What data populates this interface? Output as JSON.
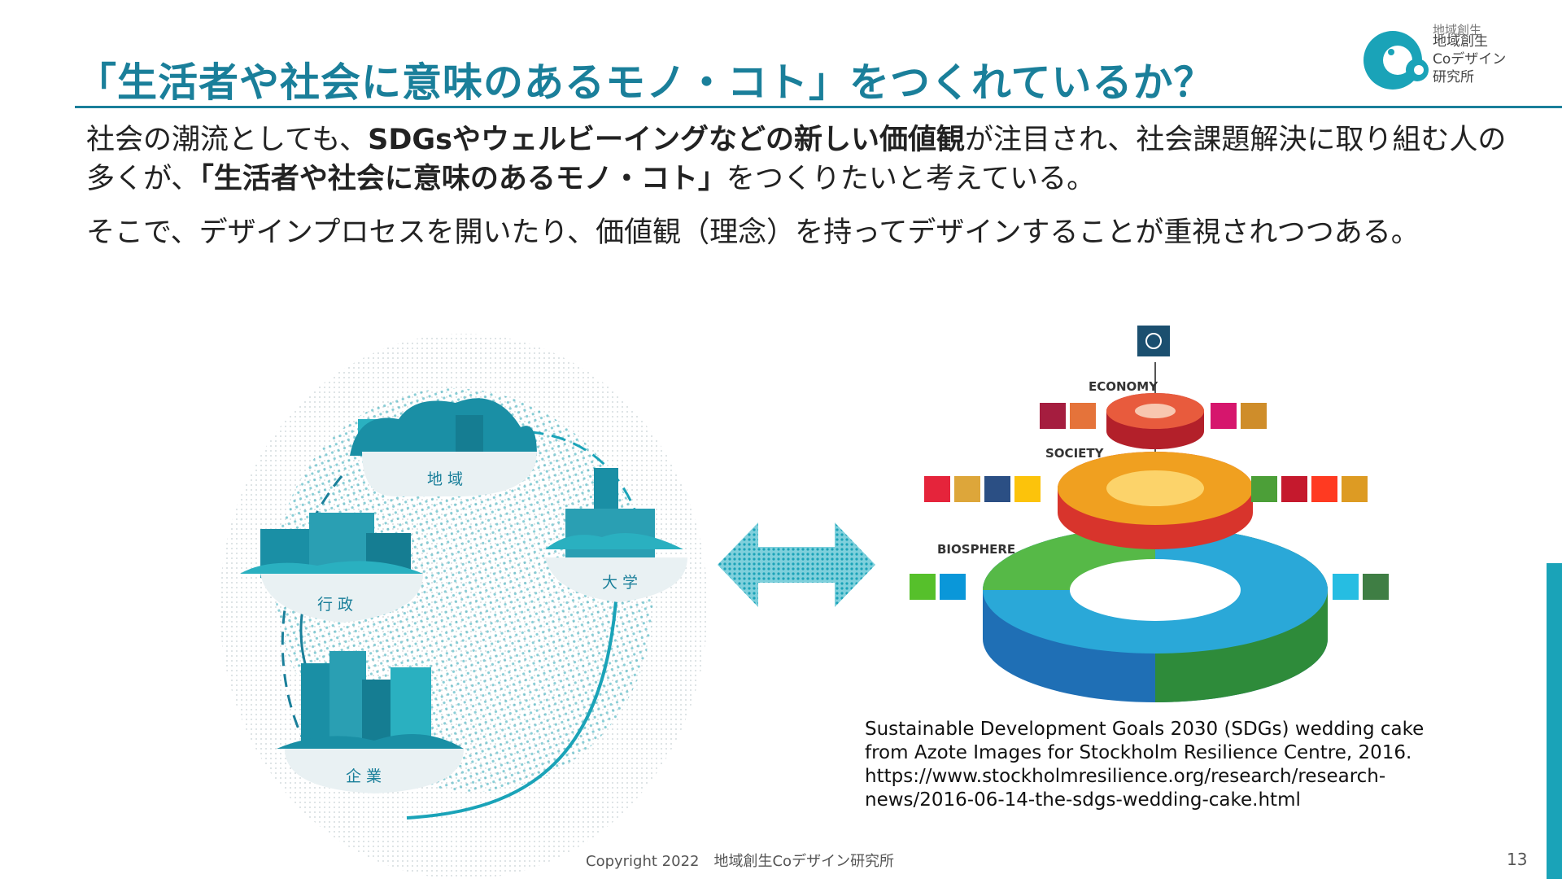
{
  "header": {
    "title": "「生活者や社会に意味のあるモノ・コト」をつくれているか？"
  },
  "logo": {
    "line1": "地域創生",
    "line2": "地域創生",
    "line3": "Coデザイン",
    "line4": "研究所",
    "accent_color": "#1aa3b8"
  },
  "body": {
    "p1_line1_a": "社会の潮流としても、",
    "p1_line1_b": "SDGsやウェルビーイングなどの新しい価値観",
    "p1_line1_c": "が注目され、社会課題解決に取り組む人の",
    "p1_line2_a": "多くが、",
    "p1_line2_b": "「生活者や社会に意味のあるモノ・コト」",
    "p1_line2_c": "をつくりたいと考えている。",
    "p2": "そこで、デザインプロセスを開いたり、価値観（理念）を持ってデザインすることが重視されつつある。"
  },
  "left_illustration": {
    "labels": [
      "地域",
      "大学",
      "行政",
      "企業"
    ]
  },
  "right_illustration": {
    "layers": [
      "ECONOMY",
      "SOCIETY",
      "BIOSPHERE"
    ]
  },
  "caption": {
    "line1": "Sustainable Development Goals 2030 (SDGs) wedding cake",
    "line2": " from Azote Images for Stockholm Resilience Centre, 2016.",
    "line3": "https://www.stockholmresilience.org/research/research-",
    "line4": "news/2016-06-14-the-sdgs-wedding-cake.html"
  },
  "footer": {
    "copyright": "Copyright 2022　地域創生Coデザイン研究所",
    "page_number": "13"
  },
  "colors": {
    "brand": "#1a7f9a",
    "accent": "#1aa3b8"
  }
}
